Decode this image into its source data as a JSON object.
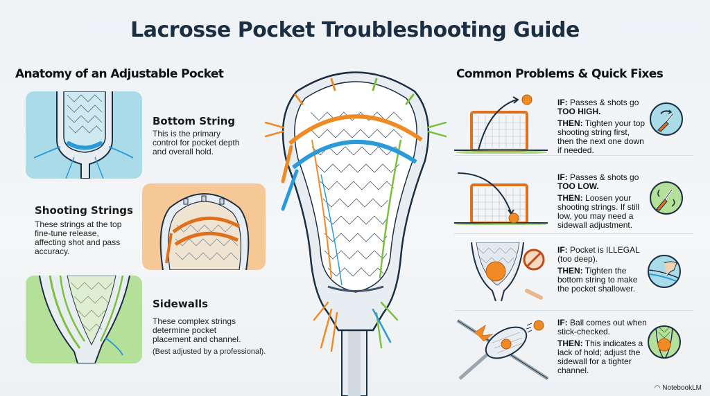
{
  "title": "Lacrosse Pocket Troubleshooting Guide",
  "left_section": {
    "heading": "Anatomy of an Adjustable Pocket",
    "items": [
      {
        "title": "Bottom String",
        "body": "This is the primary control for pocket depth and overall hold.",
        "panel_color": "#a9dce8"
      },
      {
        "title": "Shooting Strings",
        "body": "These strings at the top fine-tune release, affecting shot and pass accuracy.",
        "panel_color": "#f6c896"
      },
      {
        "title": "Sidewalls",
        "body": "These complex strings determine pocket placement and channel.",
        "note": "(Best adjusted by a professional).",
        "panel_color": "#b4e09a"
      }
    ]
  },
  "right_section": {
    "heading": "Common Problems & Quick Fixes",
    "problems": [
      {
        "if_label": "IF:",
        "if_text": "Passes & shots go",
        "if_emph": "TOO HIGH.",
        "then_label": "THEN:",
        "then_text": "Tighten your top shooting string first, then the next one down if needed.",
        "icon": "screwdriver-tighten-icon",
        "icon_bg": "#a9dce8"
      },
      {
        "if_label": "IF:",
        "if_text": "Passes & shots go",
        "if_emph": "TOO LOW.",
        "then_label": "THEN:",
        "then_text": "Loosen your shooting strings. If still low, you may need a sidewall adjustment.",
        "icon": "screwdriver-loosen-icon",
        "icon_bg": "#b4e09a"
      },
      {
        "if_label": "IF:",
        "if_text": "Pocket is ILLEGAL (too deep).",
        "if_emph": "",
        "then_label": "THEN:",
        "then_text": "Tighten the bottom string to make the pocket shallower.",
        "icon": "hand-adjust-string-icon",
        "icon_bg": "#a9dce8"
      },
      {
        "if_label": "IF:",
        "if_text": "Ball comes out when stick-checked.",
        "if_emph": "",
        "then_label": "THEN:",
        "then_text": "This indicates a lack of hold; adjust the sidewall for a tighter channel.",
        "icon": "ball-in-pocket-icon",
        "icon_bg": "#b4e09a"
      }
    ]
  },
  "colors": {
    "title": "#1c2f42",
    "orange": "#f08a24",
    "blue": "#2a9ad8",
    "green": "#7dbf3e",
    "outline": "#1c2f42"
  },
  "footer": {
    "brand": "NotebookLM"
  }
}
